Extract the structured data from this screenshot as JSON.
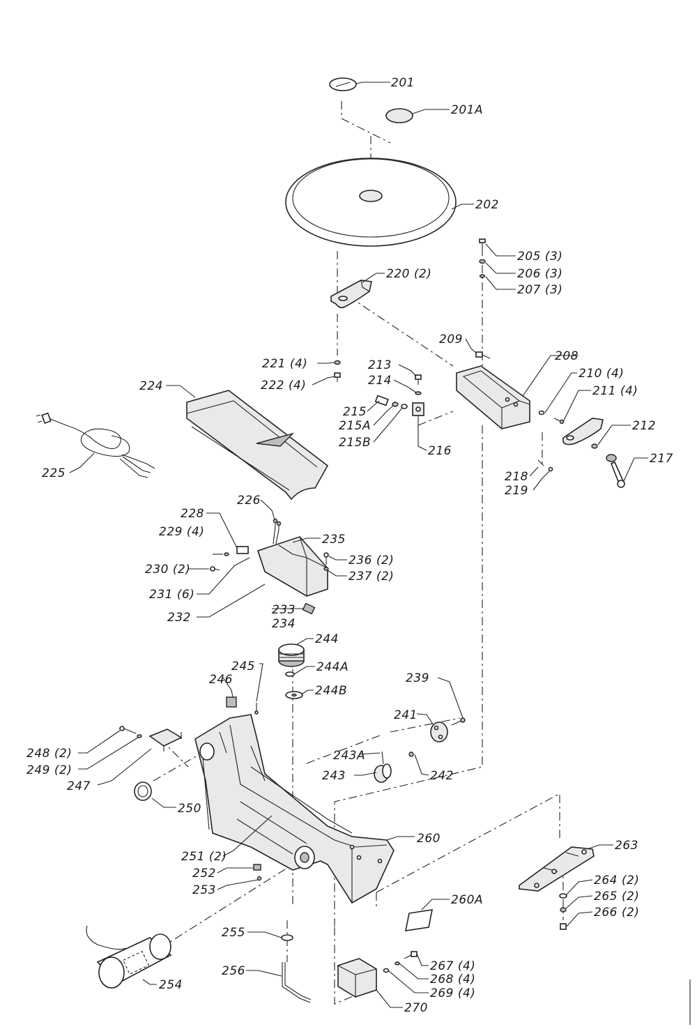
{
  "labels": [
    {
      "id": "201",
      "text": "201"
    },
    {
      "id": "201A",
      "text": "201A"
    },
    {
      "id": "202",
      "text": "202"
    },
    {
      "id": "205",
      "text": "205 (3)"
    },
    {
      "id": "206",
      "text": "206 (3)"
    },
    {
      "id": "207",
      "text": "207 (3)"
    },
    {
      "id": "220",
      "text": "220 (2)"
    },
    {
      "id": "209",
      "text": "209"
    },
    {
      "id": "208",
      "text": "208"
    },
    {
      "id": "210",
      "text": "210 (4)"
    },
    {
      "id": "211",
      "text": "211 (4)"
    },
    {
      "id": "212",
      "text": "212"
    },
    {
      "id": "213",
      "text": "213"
    },
    {
      "id": "214",
      "text": "214"
    },
    {
      "id": "215",
      "text": "215"
    },
    {
      "id": "215A",
      "text": "215A"
    },
    {
      "id": "215B",
      "text": "215B"
    },
    {
      "id": "216",
      "text": "216"
    },
    {
      "id": "217",
      "text": "217"
    },
    {
      "id": "218",
      "text": "218"
    },
    {
      "id": "219",
      "text": "219"
    },
    {
      "id": "221",
      "text": "221 (4)"
    },
    {
      "id": "222",
      "text": "222 (4)"
    },
    {
      "id": "224",
      "text": "224"
    },
    {
      "id": "225",
      "text": "225"
    },
    {
      "id": "226",
      "text": "226"
    },
    {
      "id": "228",
      "text": "228"
    },
    {
      "id": "229",
      "text": "229 (4)"
    },
    {
      "id": "230",
      "text": "230 (2)"
    },
    {
      "id": "231",
      "text": "231 (6)"
    },
    {
      "id": "232",
      "text": "232"
    },
    {
      "id": "233",
      "text": "233"
    },
    {
      "id": "234",
      "text": "234"
    },
    {
      "id": "235",
      "text": "235"
    },
    {
      "id": "236",
      "text": "236 (2)"
    },
    {
      "id": "237",
      "text": "237 (2)"
    },
    {
      "id": "239",
      "text": "239"
    },
    {
      "id": "241",
      "text": "241"
    },
    {
      "id": "242",
      "text": "242"
    },
    {
      "id": "243",
      "text": "243"
    },
    {
      "id": "243A",
      "text": "243A"
    },
    {
      "id": "244",
      "text": "244"
    },
    {
      "id": "244A",
      "text": "244A"
    },
    {
      "id": "244B",
      "text": "244B"
    },
    {
      "id": "245",
      "text": "245"
    },
    {
      "id": "246",
      "text": "246"
    },
    {
      "id": "247",
      "text": "247"
    },
    {
      "id": "248",
      "text": "248 (2)"
    },
    {
      "id": "249",
      "text": "249 (2)"
    },
    {
      "id": "250",
      "text": "250"
    },
    {
      "id": "251",
      "text": "251 (2)"
    },
    {
      "id": "252",
      "text": "252"
    },
    {
      "id": "253",
      "text": "253"
    },
    {
      "id": "254",
      "text": "254"
    },
    {
      "id": "255",
      "text": "255"
    },
    {
      "id": "256",
      "text": "256"
    },
    {
      "id": "260",
      "text": "260"
    },
    {
      "id": "260A",
      "text": "260A"
    },
    {
      "id": "263",
      "text": "263"
    },
    {
      "id": "264",
      "text": "264 (2)"
    },
    {
      "id": "265",
      "text": "265 (2)"
    },
    {
      "id": "266",
      "text": "266 (2)"
    },
    {
      "id": "267",
      "text": "267 (4)"
    },
    {
      "id": "268",
      "text": "268 (4)"
    },
    {
      "id": "269",
      "text": "269 (4)"
    },
    {
      "id": "270",
      "text": "270"
    }
  ]
}
